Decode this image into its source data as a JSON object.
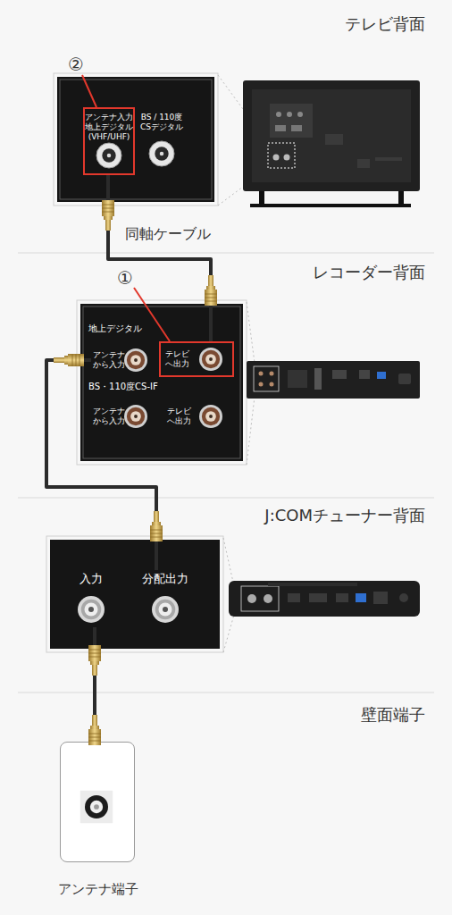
{
  "diagram": {
    "nodes": [
      {
        "text": [
          "アンテナ入力 地上デジタル (VHF/UHF)"
        ]
      },
      {
        "text": [
          "BS / 110度 CSデジタル"
        ]
      },
      {
        "text": [
          "アンテナ から入力"
        ]
      },
      {
        "text": [
          "テレビ へ出力"
        ]
      },
      {
        "text": [
          "アンテナ から入力"
        ]
      },
      {
        "text": [
          "テレビ へ出力"
        ]
      },
      {
        "text": [
          "入力"
        ]
      },
      {
        "text": [
          "分配出力"
        ]
      },
      {
        "text": [
          "アンテナ端子"
        ]
      }
    ],
    "edges": [
      {
        "from": 0,
        "to": 3,
        "label": "同軸ケーブル",
        "arrow": "none"
      },
      {
        "from": 2,
        "to": 7,
        "arrow": "none"
      },
      {
        "from": 6,
        "to": 8,
        "arrow": "none"
      }
    ],
    "labels": [
      "テレビ背面",
      "②",
      "レコーダー背面",
      "①",
      "地上デジタル",
      "BS・110度CS-IF",
      "J:COMチューナー背面",
      "壁面端子"
    ]
  }
}
